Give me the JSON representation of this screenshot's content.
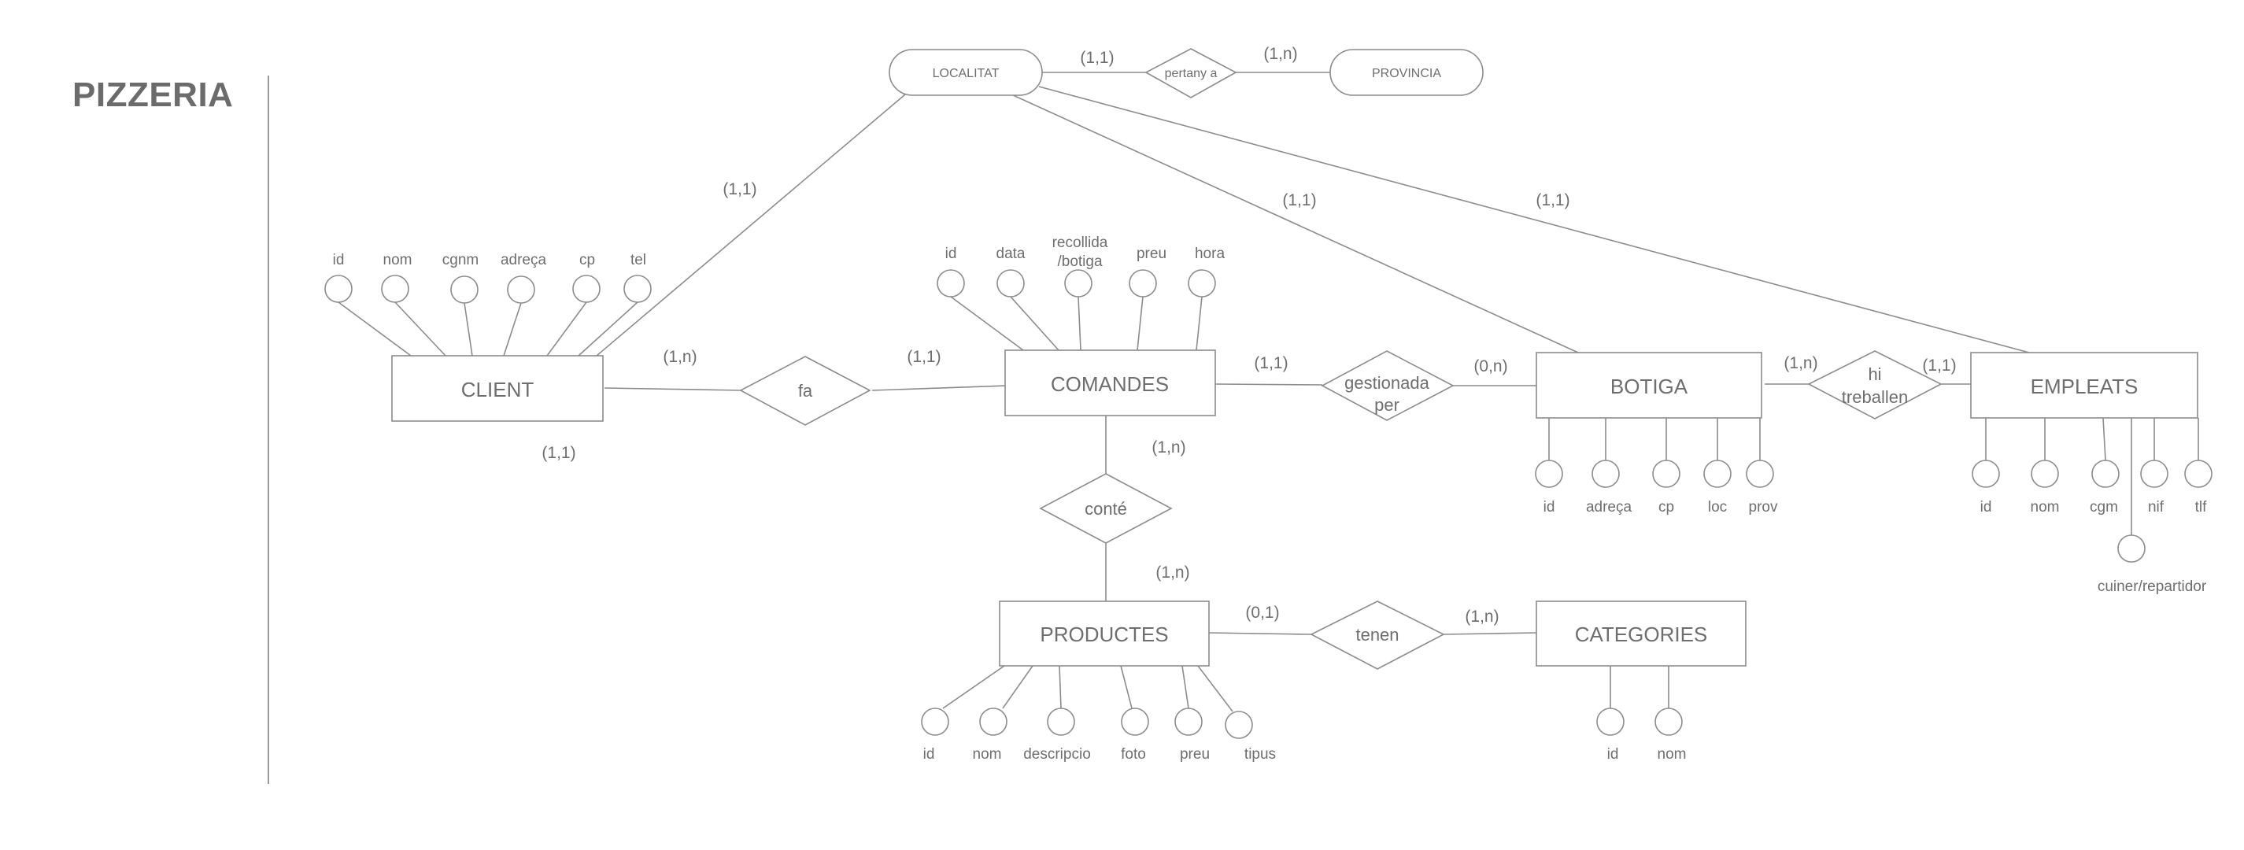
{
  "title": "PIZZERIA",
  "entities": {
    "client": "CLIENT",
    "comandes": "COMANDES",
    "botiga": "BOTIGA",
    "empleats": "EMPLEATS",
    "productes": "PRODUCTES",
    "categories": "CATEGORIES",
    "localitat": "LOCALITAT",
    "provincia": "PROVINCIA"
  },
  "relationships": {
    "fa": "fa",
    "gestionada_l1": "gestionada",
    "gestionada_l2": "per",
    "hi_l1": "hi",
    "hi_l2": "treballen",
    "conte": "conté",
    "tenen": "tenen",
    "pertany": "pertany a"
  },
  "attributes": {
    "client": [
      "id",
      "nom",
      "cgnm",
      "adreça",
      "cp",
      "tel"
    ],
    "comandes": [
      "id",
      "data",
      "recollida",
      "/botiga",
      "preu",
      "hora"
    ],
    "botiga": [
      "id",
      "adreça",
      "cp",
      "loc",
      "prov"
    ],
    "empleats": [
      "id",
      "nom",
      "cgm",
      "nif",
      "tlf",
      "cuiner/repartidor"
    ],
    "productes": [
      "id",
      "nom",
      "descripcio",
      "foto",
      "preu",
      "tipus"
    ],
    "categories": [
      "id",
      "nom"
    ]
  },
  "cardinalities": {
    "loc_pertany": "(1,1)",
    "pertany_prov": "(1,n)",
    "loc_client": "(1,1)",
    "loc_botiga": "(1,1)",
    "loc_empleats": "(1,1)",
    "client_fa": "(1,n)",
    "fa_comandes": "(1,1)",
    "client_below": "(1,1)",
    "comandes_gest": "(1,1)",
    "gest_botiga": "(0,n)",
    "botiga_hi": "(1,n)",
    "hi_empleats": "(1,1)",
    "comandes_conte": "(1,n)",
    "conte_productes": "(1,n)",
    "productes_tenen": "(0,1)",
    "tenen_categories": "(1,n)"
  }
}
